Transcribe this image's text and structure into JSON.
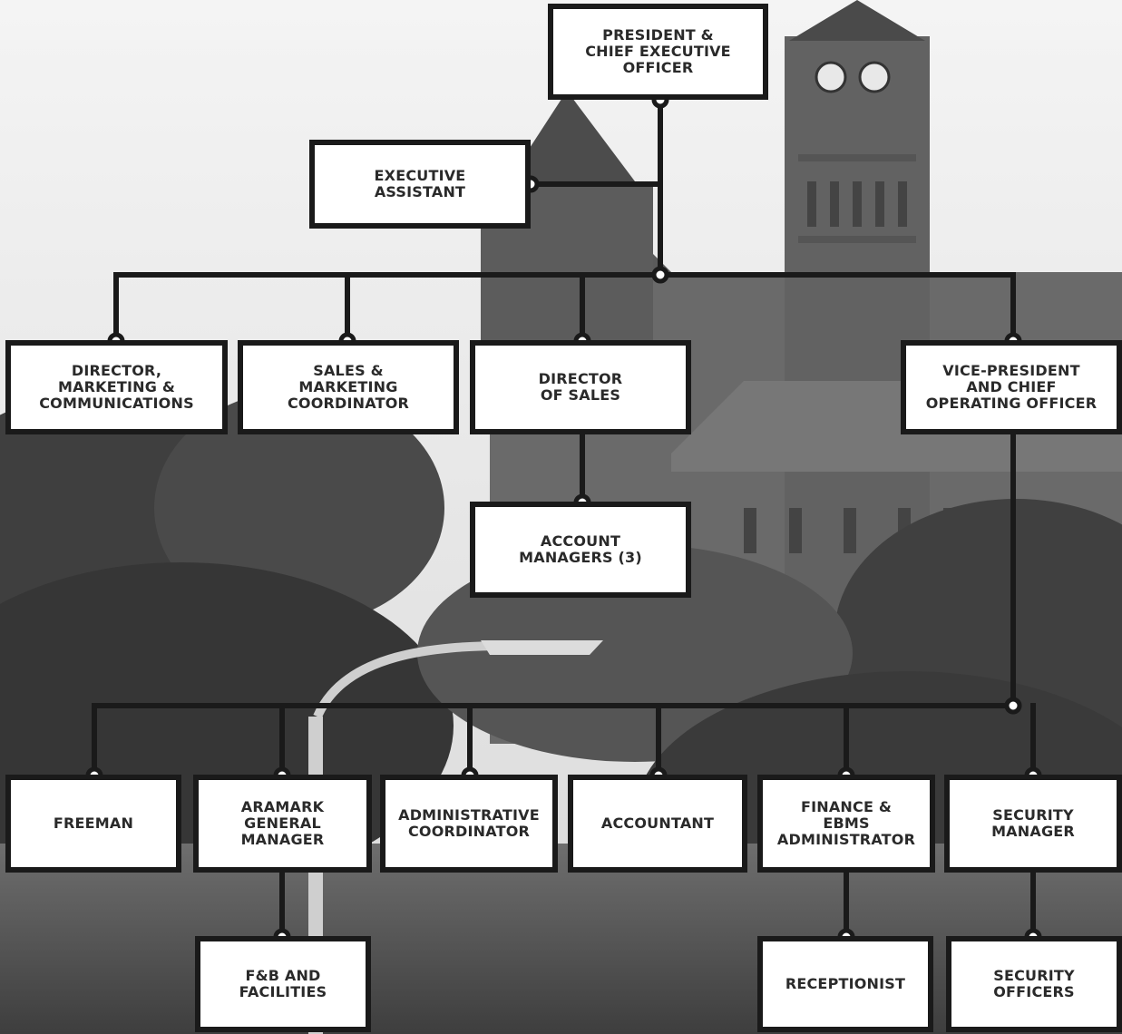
{
  "org_chart": {
    "colors": {
      "box_fill": "#ffffff",
      "box_border": "#1a1a1a",
      "connector": "#1a1a1a",
      "text": "#2a2a2a"
    },
    "nodes": [
      {
        "id": "ceo",
        "label": "PRESIDENT &\nCHIEF EXECUTIVE\nOFFICER"
      },
      {
        "id": "exec-assistant",
        "label": "EXECUTIVE\nASSISTANT"
      },
      {
        "id": "dir-marketing",
        "label": "DIRECTOR,\nMARKETING &\nCOMMUNICATIONS"
      },
      {
        "id": "sales-marketing-coord",
        "label": "SALES &\nMARKETING\nCOORDINATOR"
      },
      {
        "id": "dir-sales",
        "label": "DIRECTOR\nOF SALES"
      },
      {
        "id": "vp-coo",
        "label": "VICE-PRESIDENT\nAND CHIEF\nOPERATING OFFICER"
      },
      {
        "id": "account-managers",
        "label": "ACCOUNT\nMANAGERS (3)"
      },
      {
        "id": "freeman",
        "label": "FREEMAN"
      },
      {
        "id": "aramark-gm",
        "label": "ARAMARK\nGENERAL\nMANAGER"
      },
      {
        "id": "admin-coord",
        "label": "ADMINISTRATIVE\nCOORDINATOR"
      },
      {
        "id": "accountant",
        "label": "ACCOUNTANT"
      },
      {
        "id": "finance-ebms",
        "label": "FINANCE &\nEBMS\nADMINISTRATOR"
      },
      {
        "id": "security-manager",
        "label": "SECURITY\nMANAGER"
      },
      {
        "id": "fb-facilities",
        "label": "F&B AND\nFACILITIES"
      },
      {
        "id": "receptionist",
        "label": "RECEPTIONIST"
      },
      {
        "id": "security-officers",
        "label": "SECURITY\nOFFICERS"
      }
    ],
    "edges": [
      [
        "ceo",
        "exec-assistant"
      ],
      [
        "ceo",
        "dir-marketing"
      ],
      [
        "ceo",
        "sales-marketing-coord"
      ],
      [
        "ceo",
        "dir-sales"
      ],
      [
        "ceo",
        "vp-coo"
      ],
      [
        "dir-sales",
        "account-managers"
      ],
      [
        "vp-coo",
        "freeman"
      ],
      [
        "vp-coo",
        "aramark-gm"
      ],
      [
        "vp-coo",
        "admin-coord"
      ],
      [
        "vp-coo",
        "accountant"
      ],
      [
        "vp-coo",
        "finance-ebms"
      ],
      [
        "vp-coo",
        "security-manager"
      ],
      [
        "aramark-gm",
        "fb-facilities"
      ],
      [
        "finance-ebms",
        "receptionist"
      ],
      [
        "security-manager",
        "security-officers"
      ]
    ]
  }
}
